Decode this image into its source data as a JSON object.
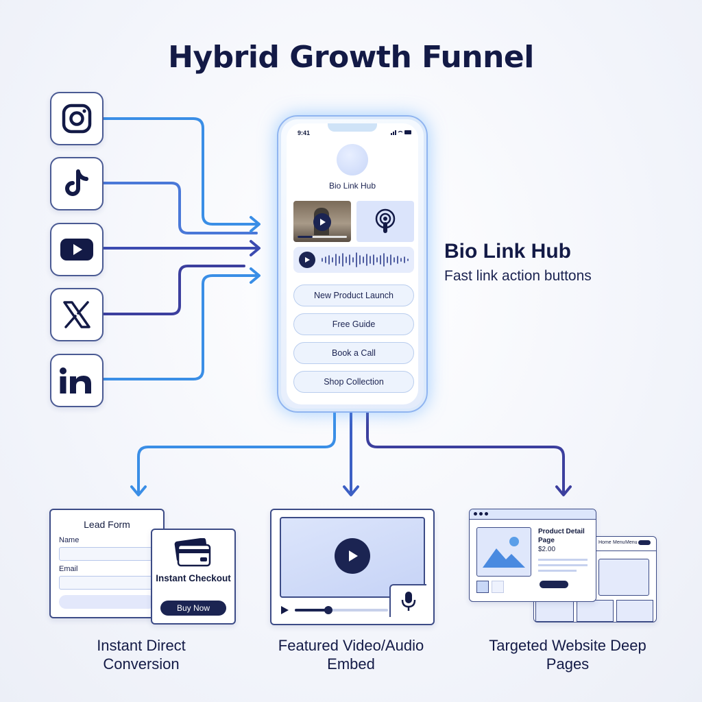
{
  "title": "Hybrid Growth Funnel",
  "sources": [
    {
      "icon": "instagram-icon",
      "label": "Instagram"
    },
    {
      "icon": "tiktok-icon",
      "label": "TikTok"
    },
    {
      "icon": "youtube-icon",
      "label": "YouTube"
    },
    {
      "icon": "x-icon",
      "label": "X"
    },
    {
      "icon": "linkedin-icon",
      "label": "LinkedIn"
    }
  ],
  "phone": {
    "time": "9:41",
    "hub_name": "Bio Link Hub",
    "buttons": [
      "New Product Launch",
      "Free Guide",
      "Book a Call",
      "Shop Collection"
    ]
  },
  "hub_label": {
    "title": "Bio Link Hub",
    "subtitle": "Fast link action buttons"
  },
  "destinations": {
    "conversion": {
      "form_title": "Lead Form",
      "name_label": "Name",
      "email_label": "Email",
      "checkout_title": "Instant Checkout",
      "buy_label": "Buy Now",
      "caption": "Instant Direct Conversion"
    },
    "embed": {
      "caption": "Featured Video/Audio Embed"
    },
    "website": {
      "product_title": "Product Detail Page",
      "price": "$2.00",
      "nav_home": "Home",
      "nav_menu": "Menu",
      "nav_menu2": "Menu",
      "caption": "Targeted Website Deep Pages"
    }
  },
  "colors": {
    "navy": "#131a46",
    "accent_blue": "#3a8ee6",
    "accent_indigo": "#3c3f9e",
    "glow": "#5aaaff"
  }
}
